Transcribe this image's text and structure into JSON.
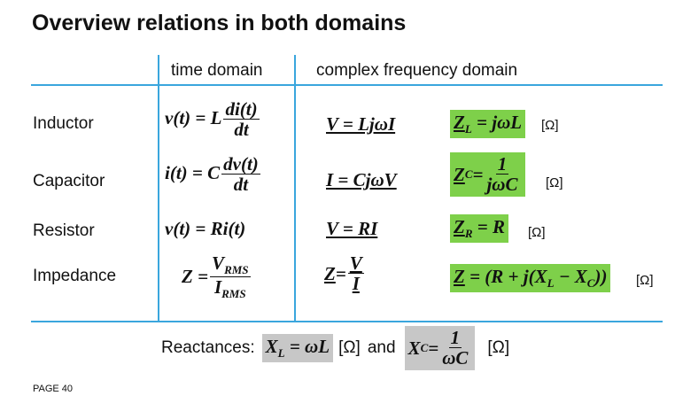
{
  "title": "Overview relations in both domains",
  "headers": {
    "time_domain": "time domain",
    "freq_domain": "complex frequency domain"
  },
  "rows": {
    "inductor": {
      "label": "Inductor",
      "time_lhs": "v(t) = L",
      "time_num": "di(t)",
      "time_den": "dt",
      "freq": "V = LjωI",
      "impedance": "Z",
      "impedance_sub": "L",
      "impedance_rhs": " = jωL",
      "unit": "[Ω]"
    },
    "capacitor": {
      "label": "Capacitor",
      "time_lhs": "i(t) = C",
      "time_num": "dv(t)",
      "time_den": "dt",
      "freq": "I = CjωV",
      "impedance": "Z",
      "impedance_sub": "C",
      "impedance_eq": " = ",
      "impedance_num": "1",
      "impedance_den": "jωC",
      "unit": "[Ω]"
    },
    "resistor": {
      "label": "Resistor",
      "time": "v(t) = Ri(t)",
      "freq": "V = RI",
      "impedance": "Z",
      "impedance_sub": "R",
      "impedance_rhs": " = R",
      "unit": "[Ω]"
    },
    "impedance": {
      "label": "Impedance",
      "time_lhs": "Z = ",
      "time_num": "V",
      "time_num_sub": "RMS",
      "time_den": "I",
      "time_den_sub": "RMS",
      "freq_lhs": "Z",
      "freq_eq": " = ",
      "freq_num": "V",
      "freq_den": "I",
      "impedance": "Z",
      "impedance_rhs": " = (R + j(X",
      "impedance_sub1": "L",
      "impedance_mid": " − X",
      "impedance_sub2": "C",
      "impedance_end": "))",
      "unit": "[Ω]"
    }
  },
  "reactances": {
    "label": "Reactances:",
    "xl_lhs": "X",
    "xl_sub": "L",
    "xl_rhs": " = ωL",
    "unit1": "[Ω]",
    "and": "and",
    "xc_lhs": "X",
    "xc_sub": "C",
    "xc_eq": " = ",
    "xc_num": "1",
    "xc_den": "ωC",
    "unit2": "[Ω]"
  },
  "footer": "PAGE 40",
  "colors": {
    "accent_line": "#3aa6dd",
    "highlight_green": "#7ed04a",
    "highlight_gray": "#c7c7c7"
  }
}
